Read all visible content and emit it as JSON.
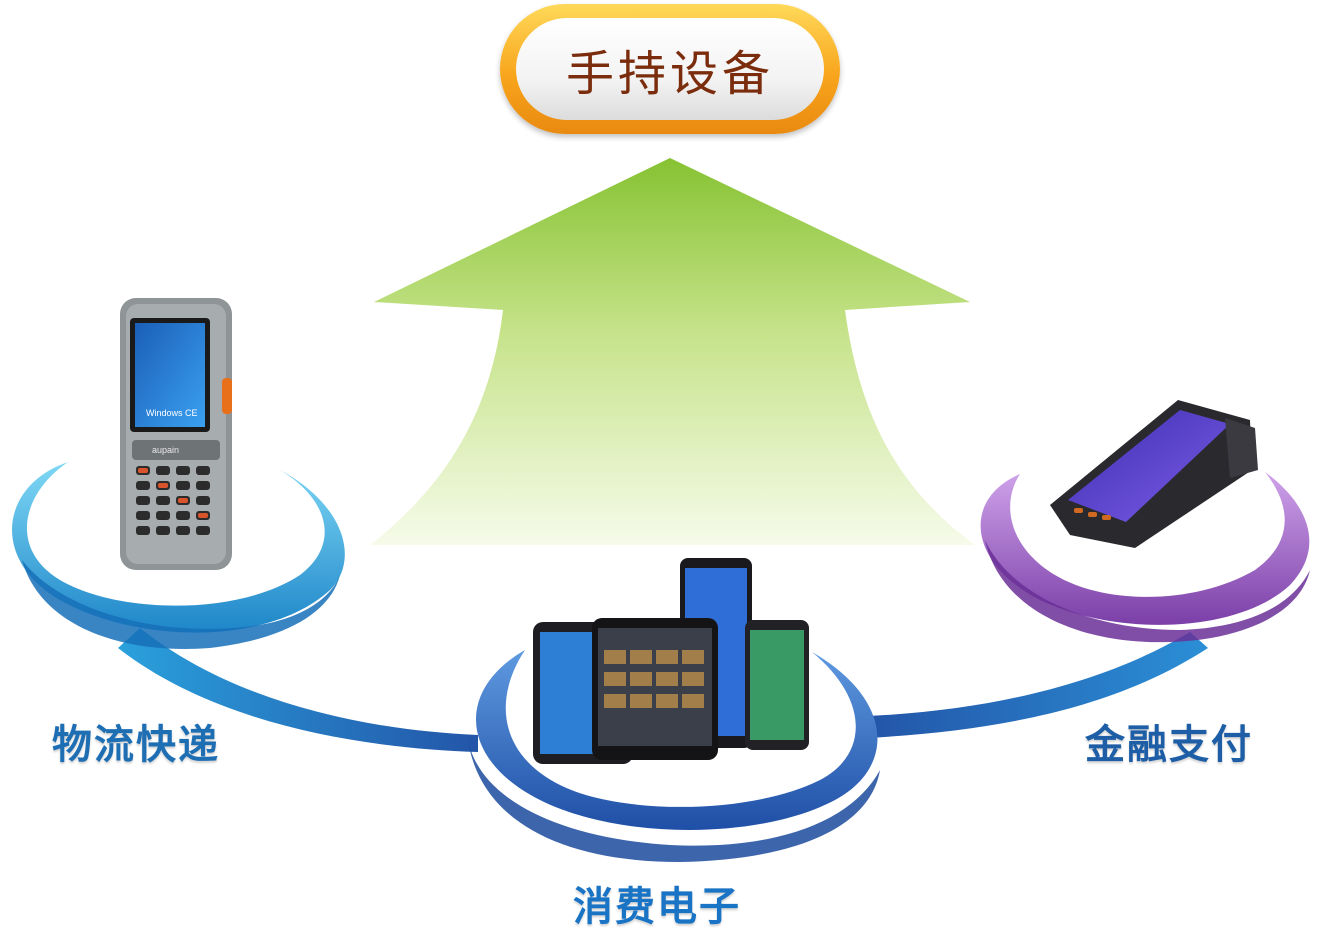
{
  "title": "手持设备",
  "nodes": {
    "logistics": {
      "label": "物流快递",
      "device_screen_text": "Windows CE",
      "device_brand": "aupain"
    },
    "consumer": {
      "label": "消费电子"
    },
    "finance": {
      "label": "金融支付"
    }
  },
  "colors": {
    "arrow_top": "#8cc63f",
    "arrow_bottom": "#f3f9e4",
    "ring_cyan": "#2aa9e0",
    "ring_blue": "#2d67c3",
    "ring_purple": "#9a5cc4",
    "title_orange": "#f8a51c",
    "title_text": "#7a2c0c",
    "label_blue": "#1e6eb4"
  }
}
